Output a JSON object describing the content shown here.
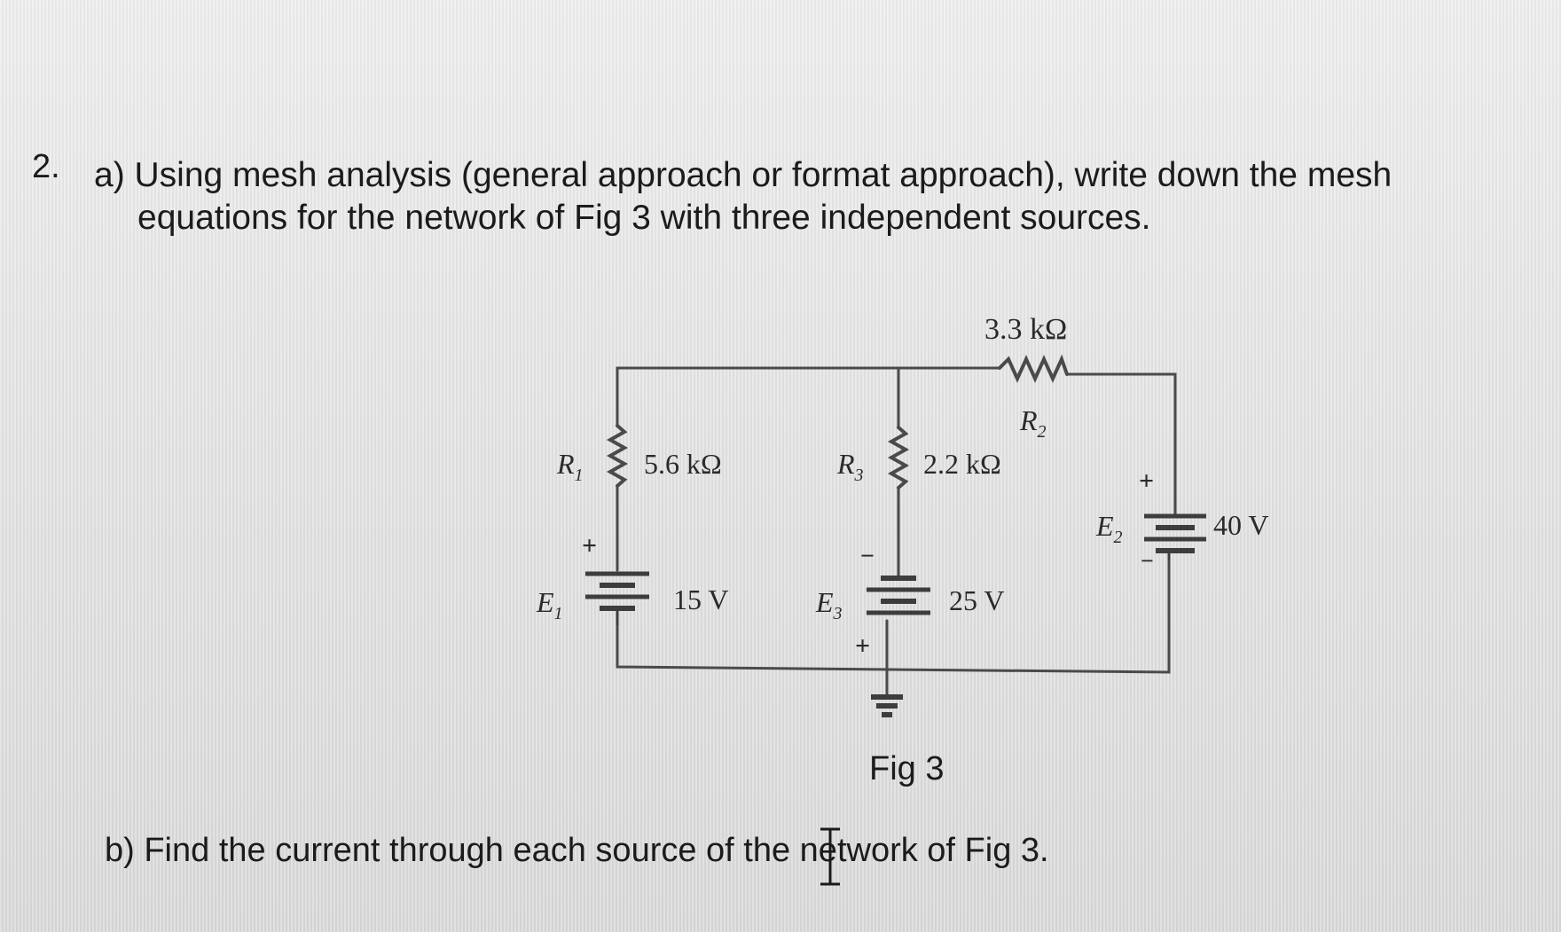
{
  "question": {
    "number": "2.",
    "part_a_line1": "a) Using mesh analysis (general approach or format approach), write down the mesh",
    "part_a_line2": "equations for the network of Fig 3 with three independent sources.",
    "part_b": "b) Find the current through each source of the network of Fig 3."
  },
  "figure": {
    "caption": "Fig 3",
    "R1": {
      "label": "R",
      "sub": "1",
      "value": "5.6 kΩ"
    },
    "R2": {
      "label": "R",
      "sub": "2",
      "value": "3.3 kΩ"
    },
    "R3": {
      "label": "R",
      "sub": "3",
      "value": "2.2 kΩ"
    },
    "E1": {
      "label": "E",
      "sub": "1",
      "value": "15 V"
    },
    "E2": {
      "label": "E",
      "sub": "2",
      "value": "40 V"
    },
    "E3": {
      "label": "E",
      "sub": "3",
      "value": "25 V"
    },
    "plus": "+",
    "minus": "−",
    "wire_color": "#4a4a4a"
  }
}
